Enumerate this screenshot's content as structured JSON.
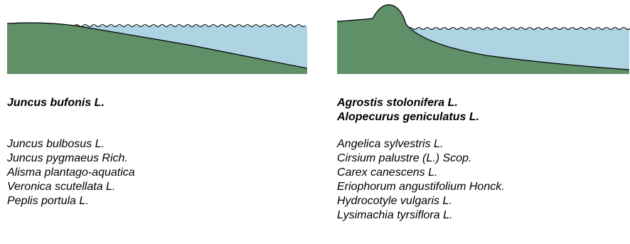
{
  "colors": {
    "land": "#5f9068",
    "water": "#aed4e3",
    "outline": "#000000",
    "text": "#000000"
  },
  "left_panel": {
    "profile_name": "gently sloping shore",
    "dominant_species": [
      "Juncus bufonis L."
    ],
    "associated_species": [
      "Juncus bulbosus L.",
      "Juncus pygmaeus Rich.",
      "Alisma plantago-aquatica",
      "Veronica scutellata L.",
      "Peplis portula L."
    ]
  },
  "right_panel": {
    "profile_name": "shore with raised bank",
    "dominant_species": [
      "Agrostis stolonifera L.",
      "Alopecurus geniculatus L."
    ],
    "associated_species": [
      "Angelica sylvestris  L.",
      "Cirsium palustre (L.) Scop.",
      "Carex canescens  L.",
      "Eriophorum angustifolium Honck.",
      "Hydrocotyle vulgaris L.",
      "Lysimachia tyrsiflora  L."
    ]
  }
}
